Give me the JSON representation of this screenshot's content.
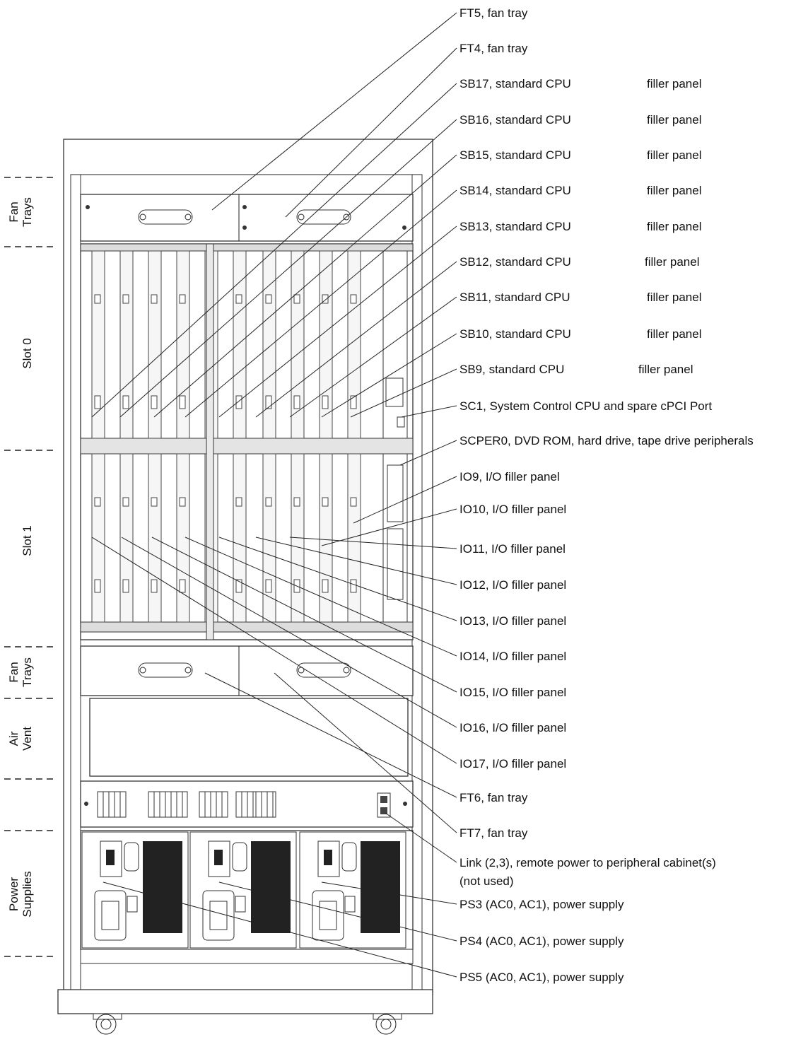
{
  "side_labels": {
    "fan_trays_top": [
      "Fan",
      "Trays"
    ],
    "slot0": "Slot 0",
    "slot1": "Slot 1",
    "fan_trays_bottom": [
      "Fan",
      "Trays"
    ],
    "air_vent": [
      "Air",
      "Vent"
    ],
    "power_supplies": [
      "Power",
      "Supplies"
    ]
  },
  "callouts": [
    {
      "id": "ft5",
      "text": "FT5, fan tray"
    },
    {
      "id": "ft4",
      "text": "FT4, fan tray"
    },
    {
      "id": "sb17",
      "text": "SB17, standard CPU",
      "extra": "filler panel"
    },
    {
      "id": "sb16",
      "text": "SB16, standard CPU",
      "extra": "filler panel"
    },
    {
      "id": "sb15",
      "text": "SB15, standard CPU",
      "extra": "filler panel"
    },
    {
      "id": "sb14",
      "text": "SB14, standard CPU",
      "extra": "filler panel"
    },
    {
      "id": "sb13",
      "text": "SB13, standard CPU",
      "extra": "filler panel"
    },
    {
      "id": "sb12",
      "text": "SB12, standard CPU",
      "extra": "filler panel"
    },
    {
      "id": "sb11",
      "text": "SB11, standard CPU",
      "extra": "filler panel"
    },
    {
      "id": "sb10",
      "text": "SB10, standard CPU",
      "extra": "filler panel"
    },
    {
      "id": "sb9",
      "text": "SB9, standard CPU",
      "extra": "filler panel"
    },
    {
      "id": "sc1",
      "text": "SC1, System Control CPU and spare cPCI Port"
    },
    {
      "id": "scper0",
      "text": "SCPER0, DVD ROM, hard drive, tape drive peripherals"
    },
    {
      "id": "io9",
      "text": "IO9, I/O filler panel"
    },
    {
      "id": "io10",
      "text": "IO10, I/O filler panel"
    },
    {
      "id": "io11",
      "text": "IO11, I/O filler panel"
    },
    {
      "id": "io12",
      "text": "IO12, I/O filler panel"
    },
    {
      "id": "io13",
      "text": "IO13, I/O filler panel"
    },
    {
      "id": "io14",
      "text": "IO14, I/O filler panel"
    },
    {
      "id": "io15",
      "text": "IO15, I/O filler panel"
    },
    {
      "id": "io16",
      "text": "IO16, I/O filler panel"
    },
    {
      "id": "io17",
      "text": "IO17, I/O filler panel"
    },
    {
      "id": "ft6",
      "text": "FT6, fan tray"
    },
    {
      "id": "ft7",
      "text": "FT7, fan tray"
    },
    {
      "id": "link",
      "text": "Link (2,3), remote power to peripheral cabinet(s)",
      "extra": "(not used)"
    },
    {
      "id": "ps3",
      "text": "PS3 (AC0, AC1), power supply"
    },
    {
      "id": "ps4",
      "text": "PS4 (AC0, AC1), power supply"
    },
    {
      "id": "ps5",
      "text": "PS5 (AC0, AC1), power supply"
    }
  ]
}
